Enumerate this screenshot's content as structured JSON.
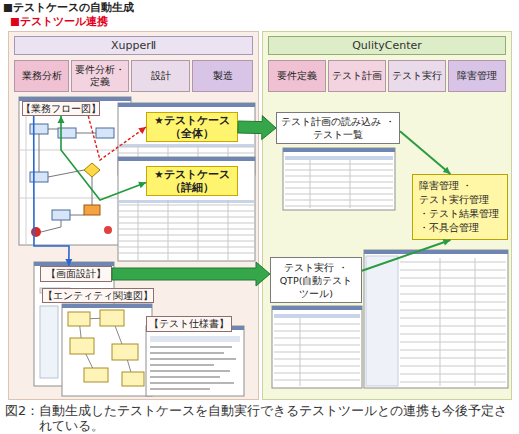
{
  "diagram": {
    "title": "■テストケースの自動生成",
    "caption": "図2：自動生成したテストケースを自動実行できるテストツールとの連携も今後予定されている。",
    "nodes": [
      {
        "text": [
          "XupperⅡ"
        ]
      },
      {
        "text": [
          "業務分析"
        ],
        "in": 0
      },
      {
        "text": [
          "要件分析・ 定義"
        ],
        "in": 0
      },
      {
        "text": [
          "設計"
        ],
        "in": 0
      },
      {
        "text": [
          "製造"
        ],
        "in": 0
      },
      {
        "text": [
          "【業務フロー図】"
        ],
        "in": 0
      },
      {
        "text": [
          "★テストケース （全体）"
        ],
        "in": 0
      },
      {
        "text": [
          "★テストケース （詳細）"
        ],
        "in": 0
      },
      {
        "text": [
          "【画面設計】"
        ],
        "in": 0
      },
      {
        "text": [
          "【エンティティ関連図】"
        ],
        "in": 0
      },
      {
        "text": [
          "【テスト仕様書】"
        ],
        "in": 0
      },
      {
        "text": [
          "QulityCenter"
        ]
      },
      {
        "text": [
          "要件定義"
        ],
        "in": 11
      },
      {
        "text": [
          "テスト計画"
        ],
        "in": 11
      },
      {
        "text": [
          "テスト実行"
        ],
        "in": 11
      },
      {
        "text": [
          "障害管理"
        ],
        "in": 11
      },
      {
        "text": [
          "テスト計画の読み込み ・テスト一覧"
        ],
        "in": 11
      },
      {
        "text": [
          "障害管理 ・テスト実行管理 ・テスト結果管理 ・不具合管理"
        ],
        "in": 11
      },
      {
        "text": [
          "テスト実行 ・QTP(自動テスト ツール)"
        ],
        "in": 11
      }
    ],
    "edges": [
      {
        "from": 5,
        "to": 6,
        "arrow": "to"
      },
      {
        "from": 5,
        "to": 7,
        "arrow": "both"
      },
      {
        "from": 5,
        "to": 8,
        "arrow": "to"
      },
      {
        "from": 6,
        "to": 16,
        "arrow": "to"
      },
      {
        "from": 8,
        "to": 18,
        "arrow": "to"
      },
      {
        "from": 16,
        "to": 17,
        "arrow": "to"
      },
      {
        "from": 18,
        "to": 17,
        "arrow": "to"
      }
    ],
    "labels": [
      "■テストツール連携"
    ]
  }
}
